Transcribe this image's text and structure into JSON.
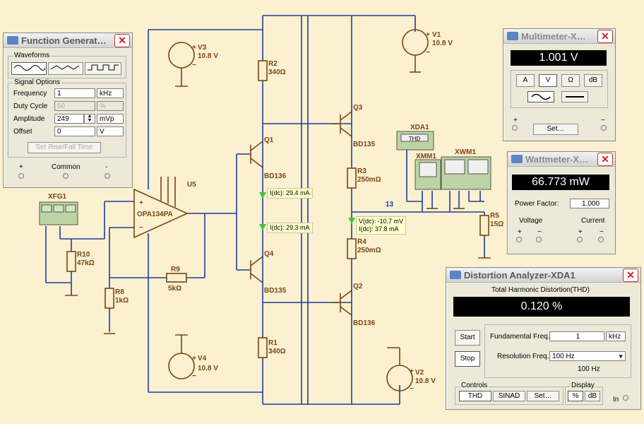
{
  "schematic": {
    "u5": {
      "ref": "U5",
      "model": "OPA134PA"
    },
    "xfg1": "XFG1",
    "xda1": {
      "ref": "XDA1",
      "label": "THD"
    },
    "xmm1": "XMM1",
    "xwm1": "XWM1",
    "v1": {
      "ref": "V1",
      "value": "10.8 V"
    },
    "v2": {
      "ref": "V2",
      "value": "10.8 V"
    },
    "v3": {
      "ref": "V3",
      "value": "10.8 V"
    },
    "v4": {
      "ref": "V4",
      "value": "10.8 V"
    },
    "r1": {
      "ref": "R1",
      "value": "340Ω"
    },
    "r2": {
      "ref": "R2",
      "value": "340Ω"
    },
    "r3": {
      "ref": "R3",
      "value": "250mΩ"
    },
    "r4": {
      "ref": "R4",
      "value": "250mΩ"
    },
    "r5": {
      "ref": "R5",
      "value": "15Ω"
    },
    "r8": {
      "ref": "R8",
      "value": "1kΩ"
    },
    "r9": {
      "ref": "R9",
      "value": "5kΩ"
    },
    "r10": {
      "ref": "R10",
      "value": "47kΩ"
    },
    "q1": {
      "ref": "Q1",
      "model": "BD136"
    },
    "q2": {
      "ref": "Q2",
      "model": "BD136"
    },
    "q3": {
      "ref": "Q3",
      "model": "BD135"
    },
    "q4": {
      "ref": "Q4",
      "model": "BD135"
    },
    "net13": "13",
    "probe1": "I(dc): 29.4 mA",
    "probe2": "I(dc): 29.3 mA",
    "probe3_v": "V(dc): -10.7 mV",
    "probe3_i": "I(dc): 37.8 mA"
  },
  "function_generator": {
    "title": "Function Generat…",
    "waveforms_label": "Waveforms",
    "signal_options_label": "Signal Options",
    "frequency": {
      "label": "Frequency",
      "value": "1",
      "unit": "kHz"
    },
    "duty_cycle": {
      "label": "Duty Cycle",
      "value": "50",
      "unit": "%"
    },
    "amplitude": {
      "label": "Amplitude",
      "value": "249",
      "unit": "mVp"
    },
    "offset": {
      "label": "Offset",
      "value": "0",
      "unit": "V"
    },
    "rise_fall_button": "Set Rise/Fall Time",
    "plus": "+",
    "common": "Common",
    "minus": "-"
  },
  "multimeter": {
    "title": "Multimeter-X…",
    "display": "1.001 V",
    "buttons": [
      "A",
      "V",
      "Ω",
      "dB"
    ],
    "set_button": "Set…",
    "plus": "+",
    "minus": "−"
  },
  "wattmeter": {
    "title": "Wattmeter-X…",
    "display": "66.773 mW",
    "power_factor_label": "Power Factor:",
    "power_factor": "1.000",
    "voltage_label": "Voltage",
    "current_label": "Current",
    "plus": "+",
    "minus": "−"
  },
  "distortion_analyzer": {
    "title": "Distortion Analyzer-XDA1",
    "header": "Total Harmonic Distortion(THD)",
    "display": "0.120 %",
    "start_button": "Start",
    "stop_button": "Stop",
    "fund_label": "Fundamental Freq.",
    "fund_value": "1",
    "fund_unit": "kHz",
    "res_label": "Resolution Freq.",
    "res_value": "100 Hz",
    "res_readout": "100 Hz",
    "controls_label": "Controls",
    "thd_button": "THD",
    "sinad_button": "SINAD",
    "set_button": "Set…",
    "display_label": "Display",
    "pct_button": "%",
    "db_button": "dB",
    "in_label": "In"
  },
  "colors": {
    "wire": "#1e3c9b",
    "component": "#7a4513",
    "probe_arrow": "#3cc83c",
    "background": "#fbf0cf"
  }
}
